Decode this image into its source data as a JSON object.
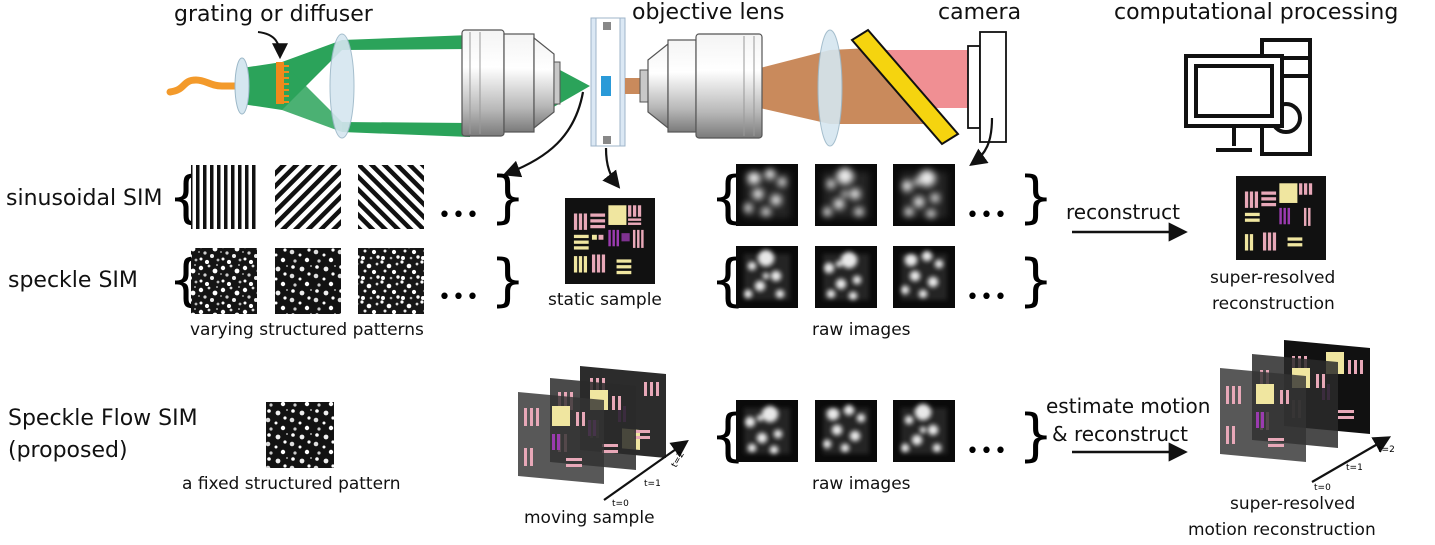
{
  "setup": {
    "grating_label": "grating or diffuser",
    "objective_label": "objective lens",
    "camera_label": "camera",
    "computation_label": "computational processing"
  },
  "rows": {
    "sinusoidal": "sinusoidal SIM",
    "speckle": "speckle SIM",
    "flow_line1": "Speckle Flow SIM",
    "flow_line2": "(proposed)"
  },
  "captions": {
    "varying_patterns": "varying structured patterns",
    "static_sample": "static sample",
    "raw_images_top": "raw images",
    "reconstruct": "reconstruct",
    "super_resolved_line1": "super-resolved",
    "super_resolved_line2": "reconstruction",
    "fixed_pattern": "a fixed structured pattern",
    "moving_sample": "moving sample",
    "raw_images_bottom": "raw images",
    "estimate_line1": "estimate motion",
    "estimate_line2": "& reconstruct",
    "motion_line1": "super-resolved",
    "motion_line2": "motion reconstruction"
  },
  "time_labels": {
    "t0": "t=0",
    "t1": "t=1",
    "t2": "t=2"
  },
  "ellipsis": "•••",
  "colors": {
    "fiber": "#f39a2b",
    "grating": "#f08a1c",
    "beam_green": "#2ba35a",
    "beam_brown": "#c98a5c",
    "beam_pink": "#f08f93",
    "mirror": "#f5d40f",
    "lens": "#d5e6f0",
    "slide": "#dbe8f4",
    "sample_blue": "#2a9ad8",
    "target_yellow": "#f0e6a0",
    "target_pink": "#e8a8b8",
    "target_purple": "#9b3bb0"
  }
}
